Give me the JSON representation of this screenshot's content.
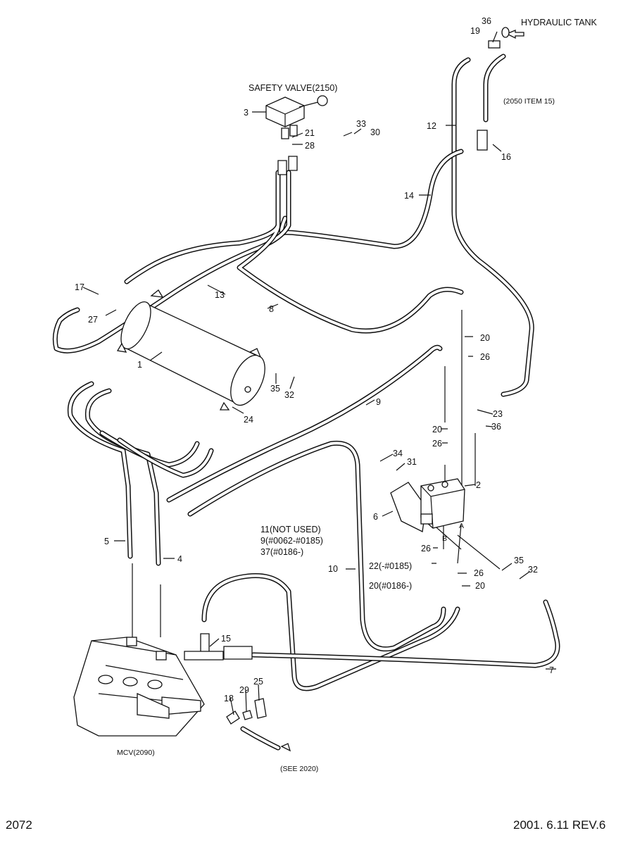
{
  "callouts": {
    "hydraulic_tank": "HYDRAULIC TANK",
    "safety_valve": "SAFETY VALVE(2150)",
    "item_2050": "(2050 ITEM 15)",
    "see_2020": "(SEE 2020)",
    "mcv": "MCV(2090)",
    "not_used_11": "11(NOT USED)",
    "range_9": "9(#0062-#0185)",
    "range_37": "37(#0186-)",
    "range_22": "22(-#0185)",
    "range_20": "20(#0186-)",
    "port_a": "A",
    "port_b": "B"
  },
  "part_numbers": [
    "1",
    "2",
    "3",
    "4",
    "5",
    "6",
    "7",
    "8",
    "9",
    "10",
    "12",
    "13",
    "14",
    "15",
    "16",
    "17",
    "18",
    "19",
    "20",
    "20",
    "20",
    "20",
    "21",
    "23",
    "24",
    "25",
    "26",
    "26",
    "26",
    "26",
    "27",
    "28",
    "29",
    "30",
    "31",
    "32",
    "32",
    "33",
    "34",
    "35",
    "35",
    "36",
    "36"
  ],
  "footer": {
    "page_number": "2072",
    "revision": "2001. 6.11  REV.6"
  }
}
